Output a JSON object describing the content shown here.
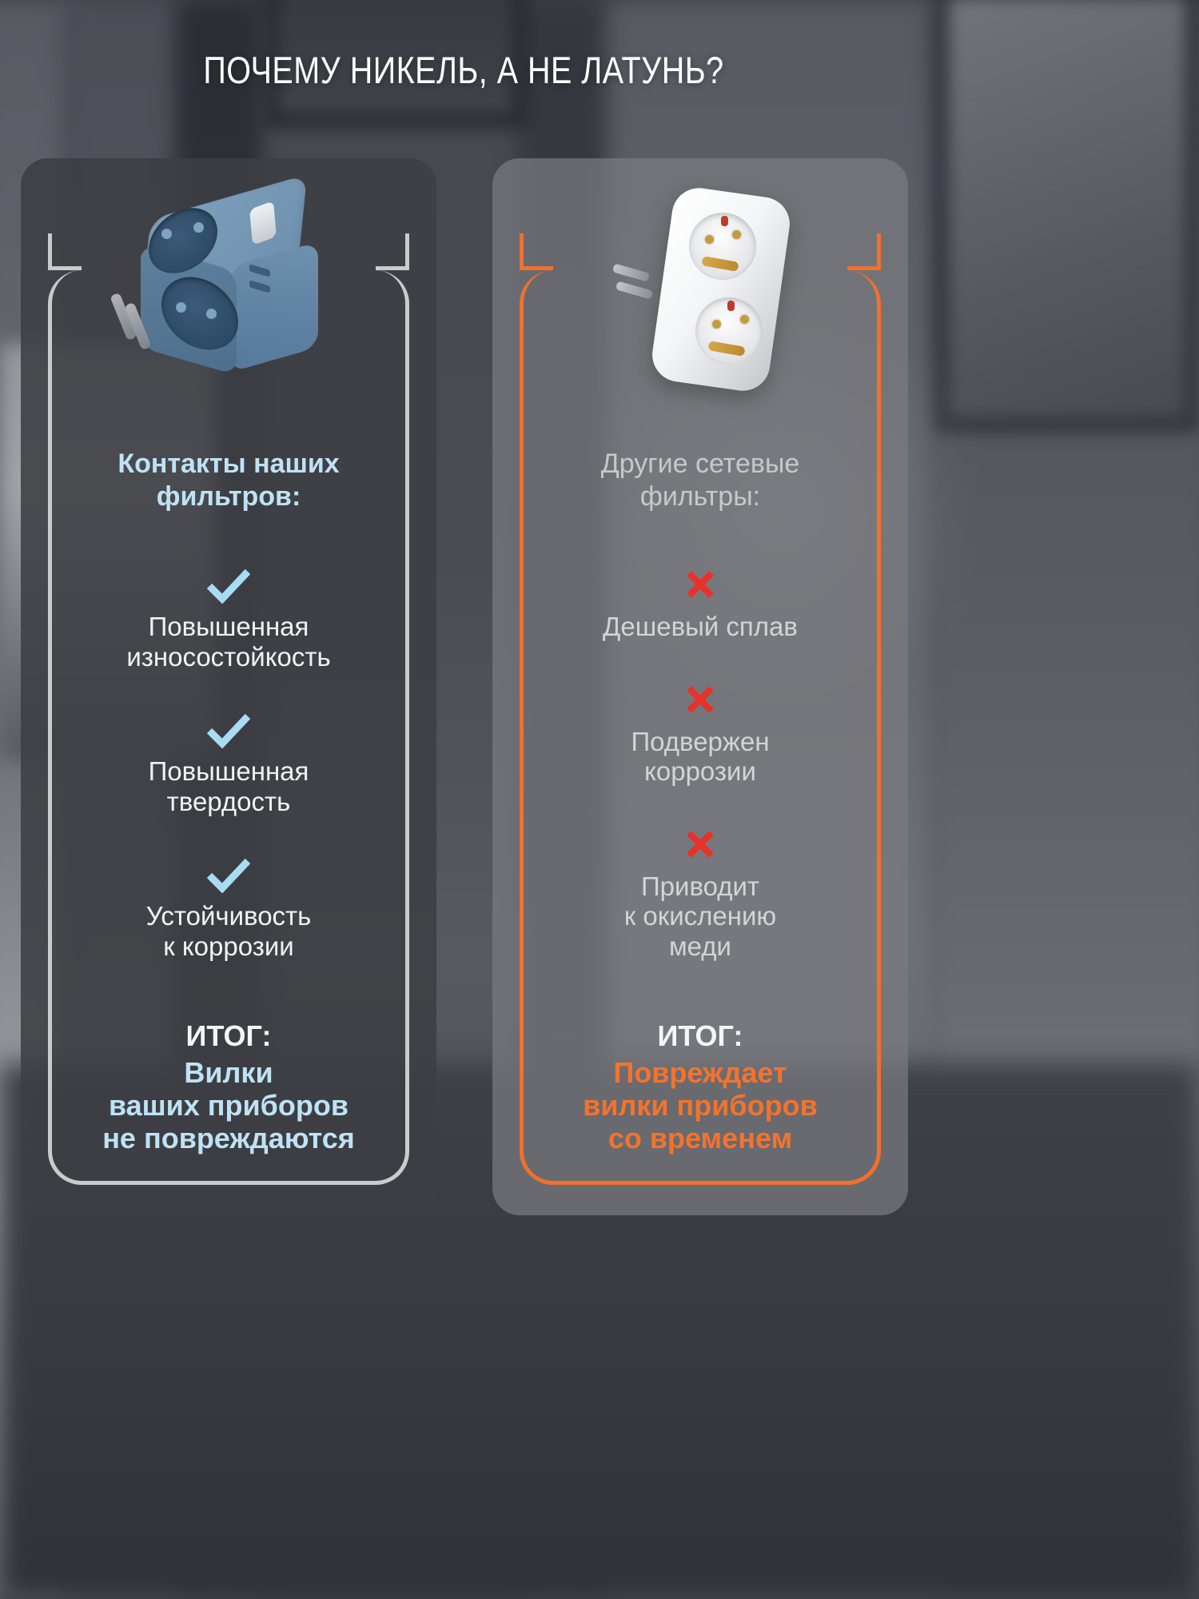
{
  "title": "ПОЧЕМУ НИКЕЛЬ, А НЕ ЛАТУНЬ?",
  "colors": {
    "accent_blue": "#bfe2f5",
    "accent_orange": "#f4732c",
    "border_orange": "#f1702e",
    "border_gray": "#c9cbcd",
    "cross_red": "#e8312a",
    "text_white": "#f1f2f3",
    "text_gray": "#d2d4d6",
    "panel_left_bg": "#3e3f43",
    "panel_right_bg": "#7a7c80"
  },
  "left": {
    "product_alt": "blue-cube-power-adapter",
    "heading": "Контакты наших\nфильтров:",
    "mark_icon": "check-icon",
    "items": [
      {
        "label": "Повышенная\nизносостойкость"
      },
      {
        "label": "Повышенная\nтвердость"
      },
      {
        "label": "Устойчивость\nк коррозии"
      }
    ],
    "conclusion": {
      "title": "ИТОГ:",
      "text": "Вилки\nваших приборов\nне повреждаются"
    }
  },
  "right": {
    "product_alt": "white-double-socket-adapter",
    "heading": "Другие сетевые\nфильтры:",
    "mark_icon": "cross-icon",
    "items": [
      {
        "label": "Дешевый сплав"
      },
      {
        "label": "Подвержен\nкоррозии"
      },
      {
        "label": "Приводит\nк окислению\nмеди"
      }
    ],
    "conclusion": {
      "title": "ИТОГ:",
      "text": "Повреждает\nвилки приборов\nсо временем"
    }
  }
}
